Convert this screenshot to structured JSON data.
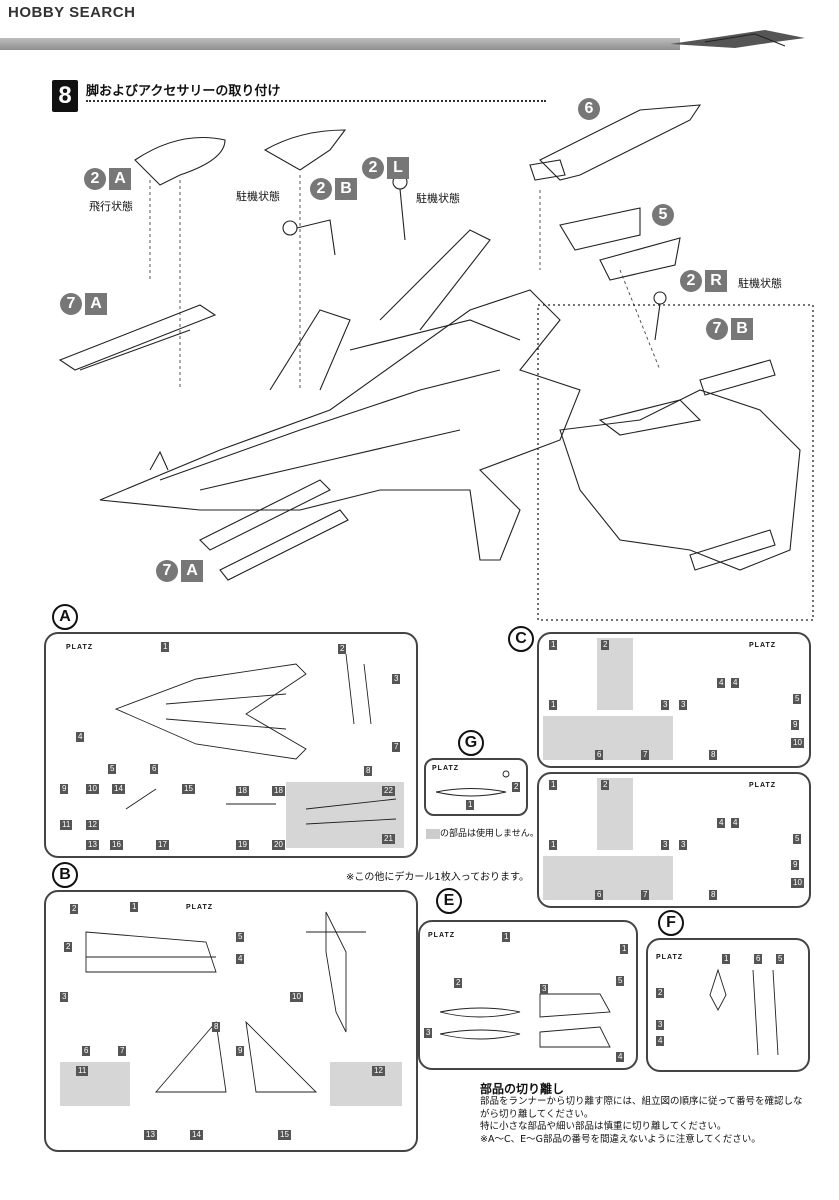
{
  "header": {
    "logo_text": "HOBBY SEARCH"
  },
  "step": {
    "number": "8",
    "title": "脚およびアクセサリーの取り付け"
  },
  "callouts": {
    "c2A_num": "2",
    "c2A_letter": "A",
    "flight_state": "飛行状態",
    "c2B_num": "2",
    "c2B_letter": "B",
    "parked_2B": "駐機状態",
    "c2L_num": "2",
    "c2L_letter": "L",
    "parked_2L": "駐機状態",
    "c6": "6",
    "c5": "5",
    "c2R_num": "2",
    "c2R_letter": "R",
    "parked_2R": "駐機状態",
    "c7A_top_num": "7",
    "c7A_top_letter": "A",
    "c7B_num": "7",
    "c7B_letter": "B",
    "c7A_bot_num": "7",
    "c7A_bot_letter": "A"
  },
  "runners": {
    "A": {
      "label": "A",
      "logo": "PLATZ",
      "parts": [
        "1",
        "2",
        "3",
        "4",
        "5",
        "6",
        "7",
        "8",
        "9",
        "10",
        "11",
        "12",
        "13",
        "14",
        "15",
        "16",
        "17",
        "18",
        "18",
        "19",
        "20",
        "21",
        "22"
      ]
    },
    "B": {
      "label": "B",
      "logo": "PLATZ",
      "parts": [
        "1",
        "2",
        "2",
        "3",
        "4",
        "5",
        "6",
        "7",
        "8",
        "9",
        "10",
        "11",
        "12",
        "13",
        "14",
        "15"
      ]
    },
    "C": {
      "label": "C",
      "logo": "PLATZ",
      "parts": [
        "1",
        "1",
        "2",
        "3",
        "3",
        "4",
        "4",
        "5",
        "6",
        "7",
        "8",
        "9",
        "10"
      ]
    },
    "D": {
      "logo": "PLATZ",
      "parts": [
        "1",
        "1",
        "2",
        "3",
        "3",
        "4",
        "4",
        "5",
        "6",
        "7",
        "8",
        "9",
        "10"
      ]
    },
    "E": {
      "label": "E",
      "logo": "PLATZ",
      "parts": [
        "1",
        "1",
        "2",
        "3",
        "3",
        "4",
        "5"
      ]
    },
    "F": {
      "label": "F",
      "logo": "PLATZ",
      "parts": [
        "1",
        "2",
        "3",
        "4",
        "5",
        "6"
      ]
    },
    "G": {
      "label": "G",
      "logo": "PLATZ",
      "parts": [
        "1",
        "2"
      ],
      "unused_note": "の部品は使用しません。"
    }
  },
  "decal_note": "※この他にデカール1枚入っております。",
  "cutting": {
    "title": "部品の切り離し",
    "line1": "部品をランナーから切り離す際には、組立図の順序に従って番号を確認しながら切り離してください。",
    "line2": "特に小さな部品や細い部品は慎重に切り離してください。",
    "line3": "※A～C、E～G部品の番号を間違えないように注意してください。"
  }
}
